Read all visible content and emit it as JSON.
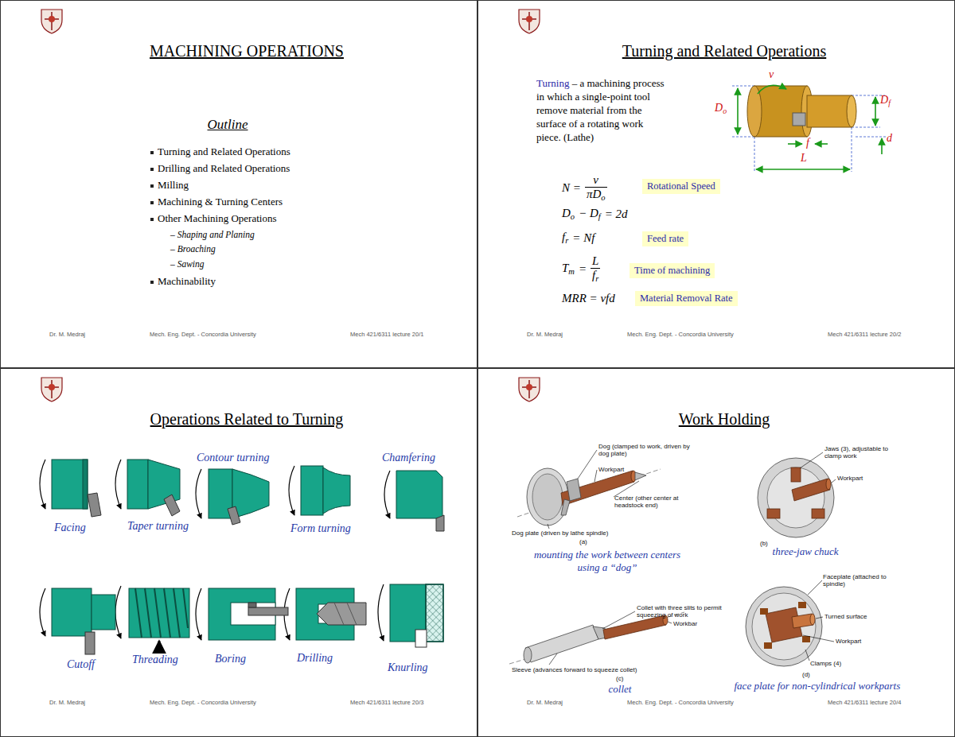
{
  "diagram": {
    "nodes": [
      {
        "text": [
          "MACHINING OPERATIONS"
        ]
      },
      {
        "text": [
          "Turning and Related Operations"
        ]
      },
      {
        "text": [
          "Rotational Speed"
        ],
        "in": 1
      },
      {
        "text": [
          "Feed rate"
        ],
        "in": 1
      },
      {
        "text": [
          "Time of machining"
        ],
        "in": 1
      },
      {
        "text": [
          "Material Removal Rate"
        ],
        "in": 1
      },
      {
        "text": [
          "Operations Related to Turning"
        ]
      },
      {
        "text": [
          "Work Holding"
        ]
      }
    ],
    "labels": [
      "Outline",
      "Turning and Related Operations",
      "Drilling and Related Operations",
      "Milling",
      "Machining & Turning Centers",
      "Other Machining Operations",
      "– Shaping and Planing",
      "– Broaching",
      "– Sawing",
      "Machinability",
      "Dr. M. Medraj",
      "Mech. Eng. Dept. - Concordia University",
      "Mech 421/6311 lecture 20/1",
      "Turning",
      "– a machining process in which a single-point tool remove material from the surface of a rotating work piece. (Lathe)",
      "N =",
      "v",
      "πD",
      "o",
      "D",
      "o",
      "− D",
      "f",
      "= 2d",
      "f",
      "r",
      "= Nf",
      "T",
      "m",
      "=",
      "L",
      "f",
      "r",
      "MRR = vfd",
      "v",
      "D",
      "o",
      "D",
      "f",
      "d",
      "f",
      "L",
      "Dr. M. Medraj",
      "Mech. Eng. Dept. - Concordia University",
      "Mech 421/6311 lecture 20/2",
      "Facing",
      "Taper turning",
      "Contour turning",
      "Form turning",
      "Chamfering",
      "Cutoff",
      "Threading",
      "Boring",
      "Drilling",
      "Knurling",
      "Dr. M. Medraj",
      "Mech. Eng. Dept. - Concordia University",
      "Mech 421/6311 lecture 20/3",
      "Dog (clamped to work, driven by dog plate)",
      "Workpart",
      "Center (other center at headstock end)",
      "Dog plate (driven by lathe spindle)",
      "(a)",
      "mounting the work between centers using a “dog”",
      "Jaws (3), adjustable to clamp work",
      "Workpart",
      "(b)",
      "three-jaw chuck",
      "Collet with three slits to permit squeezing of work",
      "Workbar",
      "Sleeve (advances forward to squeeze collet)",
      "(c)",
      "collet",
      "Faceplate (attached to spindle)",
      "Turned surface",
      "Workpart",
      "Clamps (4)",
      "(d)",
      "face plate for non-cylindrical workparts",
      "Dr. M. Medraj",
      "Mech. Eng. Dept. - Concordia University",
      "Mech 421/6311 lecture 20/4"
    ]
  }
}
